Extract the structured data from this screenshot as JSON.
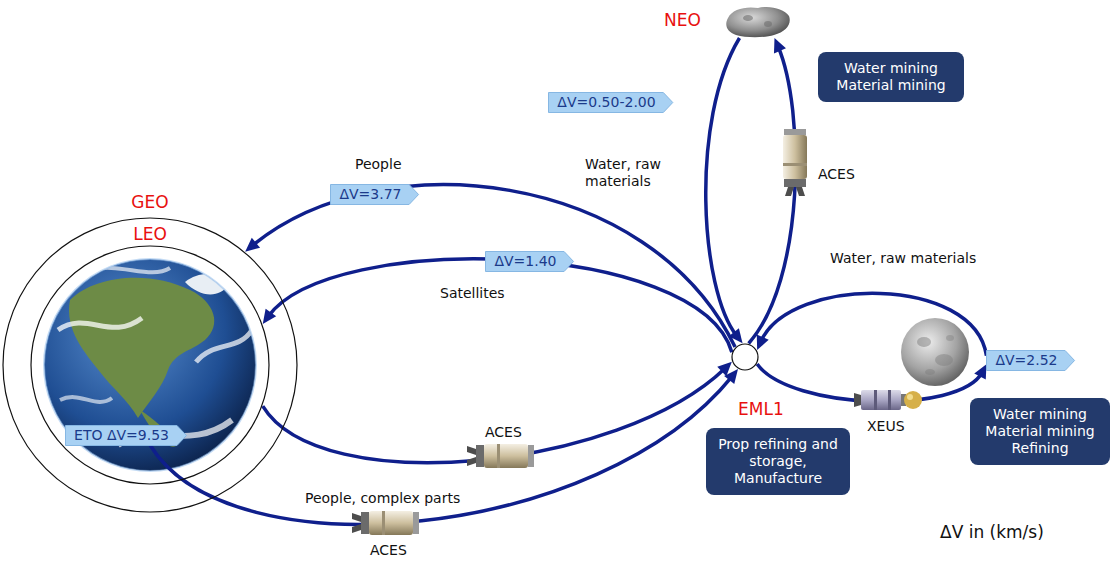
{
  "diagram": {
    "nodes": [
      {
        "text": [
          "NEO"
        ]
      },
      {
        "text": [
          "Water mining Material mining"
        ]
      },
      {
        "text": [
          "ΔV=0.50-2.00"
        ]
      },
      {
        "text": [
          "GEO"
        ]
      },
      {
        "text": [
          "LEO"
        ],
        "in": 3
      },
      {
        "text": [
          "ΔV=3.77"
        ]
      },
      {
        "text": [
          "ΔV=1.40"
        ]
      },
      {
        "text": [
          "EML1"
        ]
      },
      {
        "text": [
          "Prop refining and storage, Manufacture"
        ]
      },
      {
        "text": [
          "ΔV=2.52"
        ]
      },
      {
        "text": [
          "Water mining Material mining Refining"
        ]
      },
      {
        "text": [
          "ETO ΔV=9.53"
        ],
        "in": 4
      }
    ],
    "edges": [
      {
        "from": 0,
        "to": 7,
        "arrow": "to",
        "label": "Water, raw materials"
      },
      {
        "from": 7,
        "to": 0,
        "arrow": "to"
      },
      {
        "from": 7,
        "to": 3,
        "arrow": "to",
        "label": "People"
      },
      {
        "from": 7,
        "to": 4,
        "arrow": "to",
        "label": "Satellites"
      },
      {
        "from": 4,
        "to": 7,
        "arrow": "to"
      },
      {
        "from": 9,
        "to": 7,
        "arrow": "to",
        "label": "Water, raw materials"
      },
      {
        "from": 7,
        "to": 9,
        "arrow": "to"
      },
      {
        "from": 11,
        "to": 7,
        "arrow": "to",
        "label": "People, complex parts"
      }
    ],
    "labels": [
      "ACES",
      "XEUS",
      "ACES",
      "ΔV in (km/s)",
      "ACES"
    ]
  }
}
